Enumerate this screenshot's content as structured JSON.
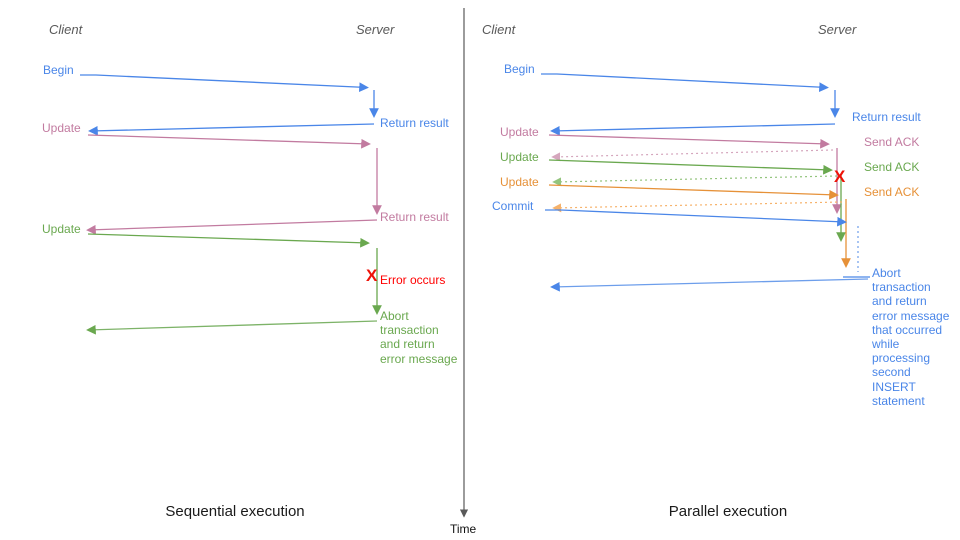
{
  "colors": {
    "blue": "#4a86e8",
    "pink": "#c27ba0",
    "green": "#6aa84f",
    "orange": "#e69138",
    "red": "#ff0000",
    "header_gray": "#595959",
    "ack_pink_dotted": "#d5a6bd",
    "ack_green_dotted": "#93c47d",
    "ack_orange_dotted": "#f6b26b",
    "pending_blue_dashed": "#6d9eeb",
    "time_axis": "#595959"
  },
  "time_axis": {
    "label": "Time"
  },
  "left": {
    "title": "Sequential execution",
    "client_header": "Client",
    "server_header": "Server",
    "labels": {
      "begin": "Begin",
      "return1": "Return result",
      "update1": "Update",
      "return2": "Return result",
      "update2": "Update",
      "x_mark": "X",
      "error": "Error occurs",
      "abort_lines": [
        "Abort",
        "transaction",
        "and return",
        "error message"
      ]
    }
  },
  "right": {
    "title": "Parallel execution",
    "client_header": "Client",
    "server_header": "Server",
    "labels": {
      "begin": "Begin",
      "return1": "Return result",
      "update1": "Update",
      "send_ack1": "Send ACK",
      "update2": "Update",
      "send_ack2": "Send ACK",
      "update3": "Update",
      "send_ack3": "Send ACK",
      "commit": "Commit",
      "x_mark": "X",
      "abort_lines": [
        "Abort",
        "transaction",
        "and return",
        "error message",
        "that occurred",
        "while",
        "processing",
        "second",
        "INSERT",
        "statement"
      ]
    }
  }
}
